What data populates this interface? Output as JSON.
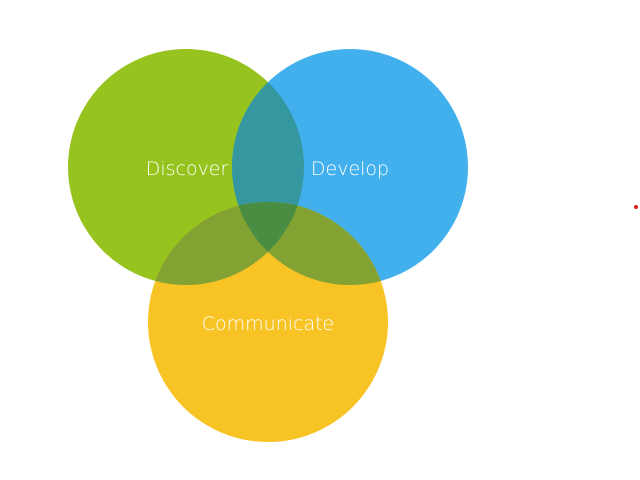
{
  "diagram": {
    "type": "venn",
    "sets": [
      {
        "label": "Discover",
        "color": "#97c31e"
      },
      {
        "label": "Develop",
        "color": "#41b0ec"
      },
      {
        "label": "Communicate",
        "color": "#f7c325"
      }
    ],
    "overlaps": {
      "discover_develop": "#3598a0",
      "discover_communicate": "#84a232",
      "develop_communicate": "#84a232",
      "all": "#4a8c41"
    },
    "marker_color": "#e02020"
  }
}
